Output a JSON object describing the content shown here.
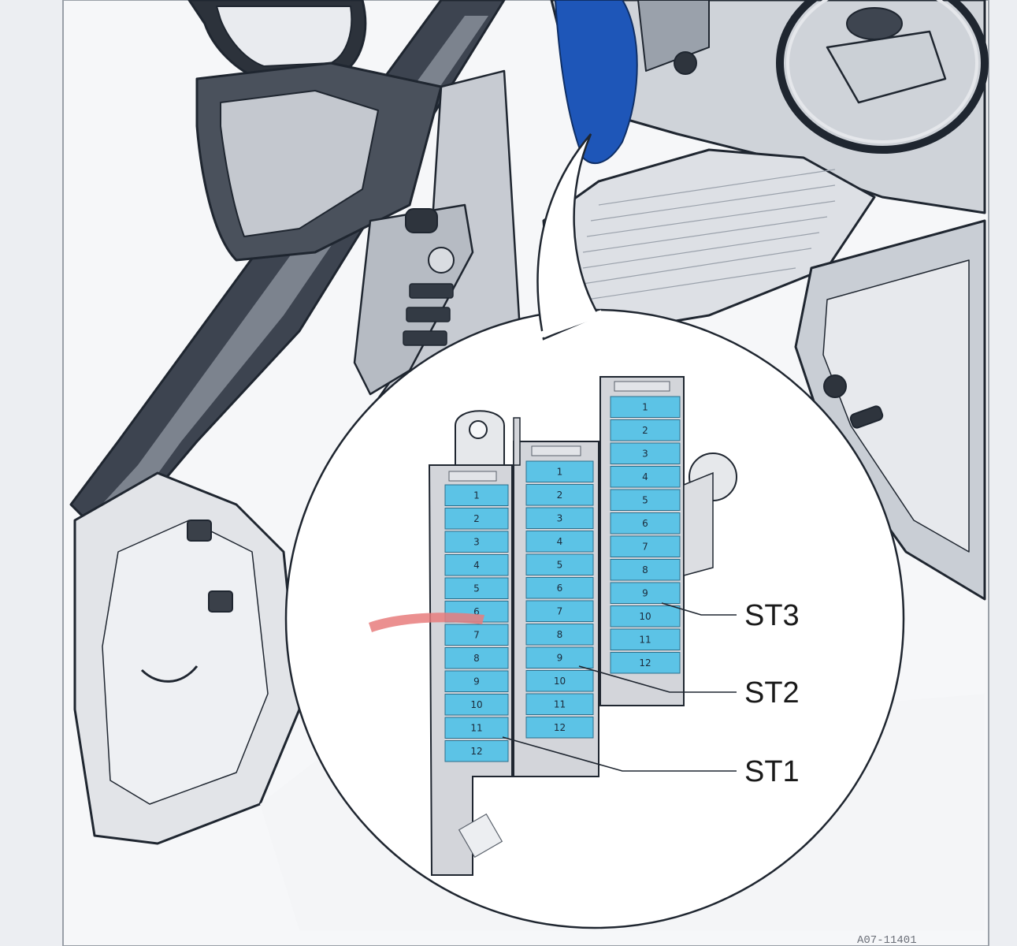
{
  "strips": [
    {
      "label": "ST1",
      "fuses": [
        "1",
        "2",
        "3",
        "4",
        "5",
        "6",
        "7",
        "8",
        "9",
        "10",
        "11",
        "12"
      ]
    },
    {
      "label": "ST2",
      "fuses": [
        "1",
        "2",
        "3",
        "4",
        "5",
        "6",
        "7",
        "8",
        "9",
        "10",
        "11",
        "12"
      ]
    },
    {
      "label": "ST3",
      "fuses": [
        "1",
        "2",
        "3",
        "4",
        "5",
        "6",
        "7",
        "8",
        "9",
        "10",
        "11",
        "12"
      ]
    }
  ],
  "highlighted_fuse": {
    "strip": "ST1",
    "position": 6
  },
  "figure_code": "A07-11401",
  "colors": {
    "fuse_fill": "#5cc3e6",
    "fuse_stroke": "#2b6f8c",
    "panel": "#d3d5da",
    "callout_blue": "#1e56b8",
    "marker": "#e87d7d",
    "line_art": "#1f2630"
  }
}
